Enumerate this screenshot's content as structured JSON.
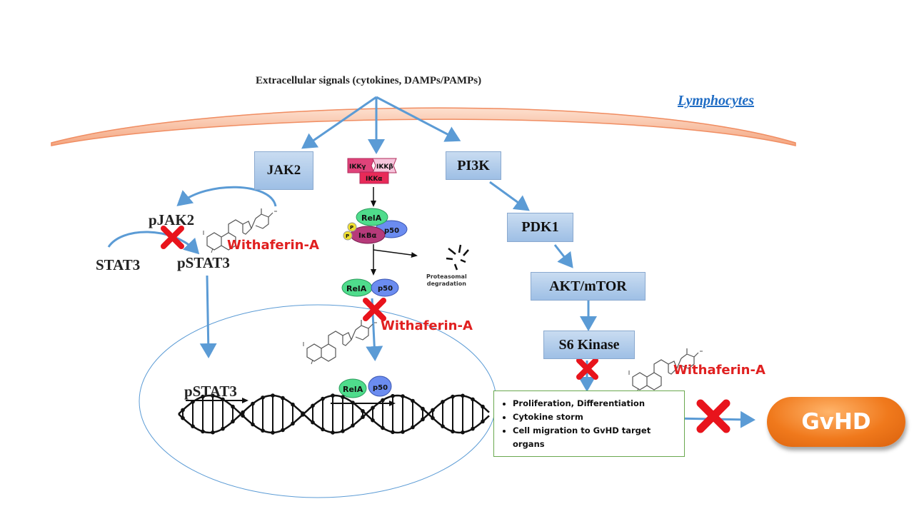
{
  "header": {
    "signal_text": "Extracellular signals (cytokines, DAMPs/PAMPs)",
    "cell_label": "Lymphocytes"
  },
  "jak_pathway": {
    "jak2": "JAK2",
    "pjak2": "pJAK2",
    "stat3": "STAT3",
    "pstat3": "pSTAT3",
    "pstat3_dna": "pSTAT3"
  },
  "nfkb_pathway": {
    "ikk_gamma": "IKKγ",
    "ikk_beta": "IKKβ",
    "ikk_alpha": "IKKα",
    "rela": "RelA",
    "p50": "p50",
    "ikb": "IκBα",
    "p": "P",
    "proteasomal": "Proteasomal",
    "degradation": "degradation"
  },
  "pi3k_pathway": {
    "pi3k": "PI3K",
    "pdk1": "PDK1",
    "akt": "AKT/mTOR",
    "s6k": "S6 Kinase"
  },
  "inhibitor": {
    "name": "Withaferin-A"
  },
  "outcomes": {
    "items": [
      "Proliferation, Differentiation",
      "Cytokine storm",
      "Cell migration to GvHD target organs"
    ]
  },
  "disease": {
    "label": "GvHD"
  },
  "colors": {
    "arrow_blue": "#5b9bd5",
    "inhibit_red": "#e8141c",
    "membrane": "#f6b392",
    "gvhd_orange": "#f07a1e",
    "rela_green": "#4fdc8c",
    "p50_blue": "#6b8cf0",
    "ikk_pink": "#e0437a"
  }
}
